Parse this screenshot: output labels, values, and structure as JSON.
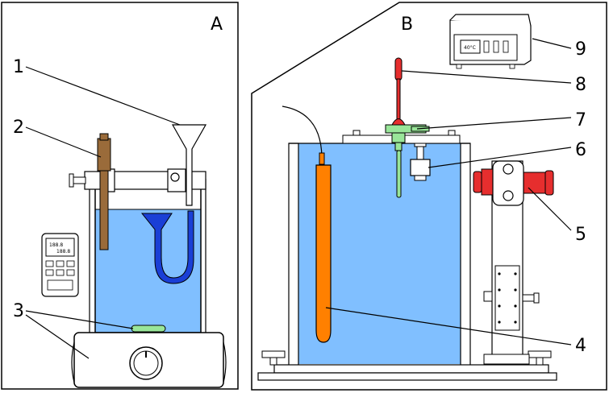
{
  "panels": {
    "a": "A",
    "b": "B"
  },
  "callouts": [
    "1",
    "2",
    "3",
    "4",
    "5",
    "6",
    "7",
    "8",
    "9"
  ],
  "controller_display": "40°C",
  "meter_display": {
    "main": "188.8",
    "sub": "188.8"
  },
  "colors": {
    "water": "#80bfff",
    "siphon": "#1a3fd6",
    "probe": "#ff8000",
    "brown": "#9a6b3a",
    "red": "#e62e2e",
    "green": "#99e699"
  }
}
